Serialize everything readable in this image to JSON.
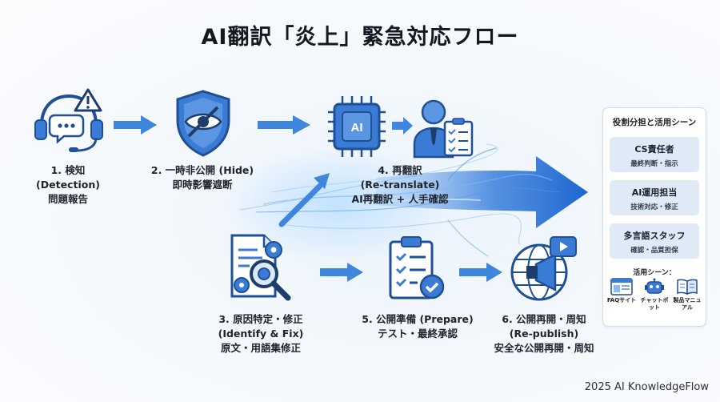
{
  "title": "AI翻訳「炎上」緊急対応フロー",
  "steps": [
    {
      "lines": [
        "1. 検知",
        "(Detection)",
        "問題報告"
      ],
      "icon": "headset-alert-icon"
    },
    {
      "lines": [
        "2. 一時非公開 (Hide)",
        "即時影響遮断"
      ],
      "icon": "shield-hidden-eye-icon"
    },
    {
      "lines": [
        "3. 原因特定・修正",
        "(Identify & Fix)",
        "原文・用語集修正"
      ],
      "icon": "document-magnifier-gear-icon"
    },
    {
      "lines": [
        "4. 再翻訳",
        "(Re-translate)",
        "AI再翻訳 + 人手確認"
      ],
      "icon": "ai-chip-person-check-icon",
      "chip_text": "AI"
    },
    {
      "lines": [
        "5. 公開準備 (Prepare)",
        "テスト・最終承認"
      ],
      "icon": "clipboard-check-icon"
    },
    {
      "lines": [
        "6. 公開再開・周知",
        "(Re-publish)",
        "安全な公開再開・周知"
      ],
      "icon": "globe-megaphone-icon"
    }
  ],
  "panel": {
    "title": "役割分担と活用シーン",
    "roles": [
      {
        "name": "CS責任者",
        "desc": "最終判断・指示"
      },
      {
        "name": "AI運用担当",
        "desc": "技術対応・修正"
      },
      {
        "name": "多言語スタッフ",
        "desc": "確認・品質担保"
      }
    ],
    "use_title": "活用シーン：",
    "uses": [
      {
        "label": "FAQサイト",
        "icon": "faq-site-icon"
      },
      {
        "label": "チャットボット",
        "icon": "chatbot-icon"
      },
      {
        "label": "製品マニュアル",
        "icon": "manual-book-icon"
      }
    ]
  },
  "footer": "2025 AI KnowledgeFlow",
  "colors": {
    "primary": "#3a7bd5",
    "dark": "#1f4f95",
    "light": "#8fb9ee",
    "alert": "#1d3d6b"
  }
}
